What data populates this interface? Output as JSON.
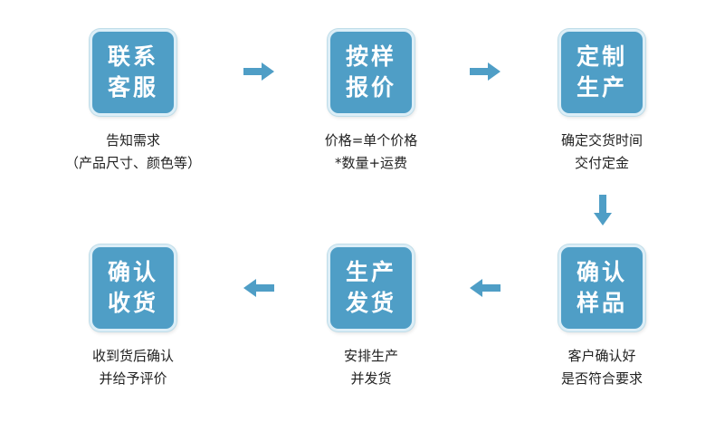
{
  "colors": {
    "box_fill": "#4f9ec6",
    "box_border": "#dceef7",
    "box_text": "#ffffff",
    "arrow": "#4f9ec6",
    "desc_text": "#222222"
  },
  "steps": [
    {
      "title_lines": [
        "联系",
        "客服"
      ],
      "desc_lines": [
        "告知需求",
        "（产品尺寸、颜色等）"
      ]
    },
    {
      "title_lines": [
        "按样",
        "报价"
      ],
      "desc_lines": [
        "价格=单个价格",
        "*数量+运费"
      ]
    },
    {
      "title_lines": [
        "定制",
        "生产"
      ],
      "desc_lines": [
        "确定交货时间",
        "交付定金"
      ]
    },
    {
      "title_lines": [
        "确认",
        "样品"
      ],
      "desc_lines": [
        "客户确认好",
        "是否符合要求"
      ]
    },
    {
      "title_lines": [
        "生产",
        "发货"
      ],
      "desc_lines": [
        "安排生产",
        "并发货"
      ]
    },
    {
      "title_lines": [
        "确认",
        "收货"
      ],
      "desc_lines": [
        "收到货后确认",
        "并给予评价"
      ]
    }
  ],
  "arrows": [
    {
      "direction": "right"
    },
    {
      "direction": "right"
    },
    {
      "direction": "down"
    },
    {
      "direction": "left"
    },
    {
      "direction": "left"
    }
  ]
}
